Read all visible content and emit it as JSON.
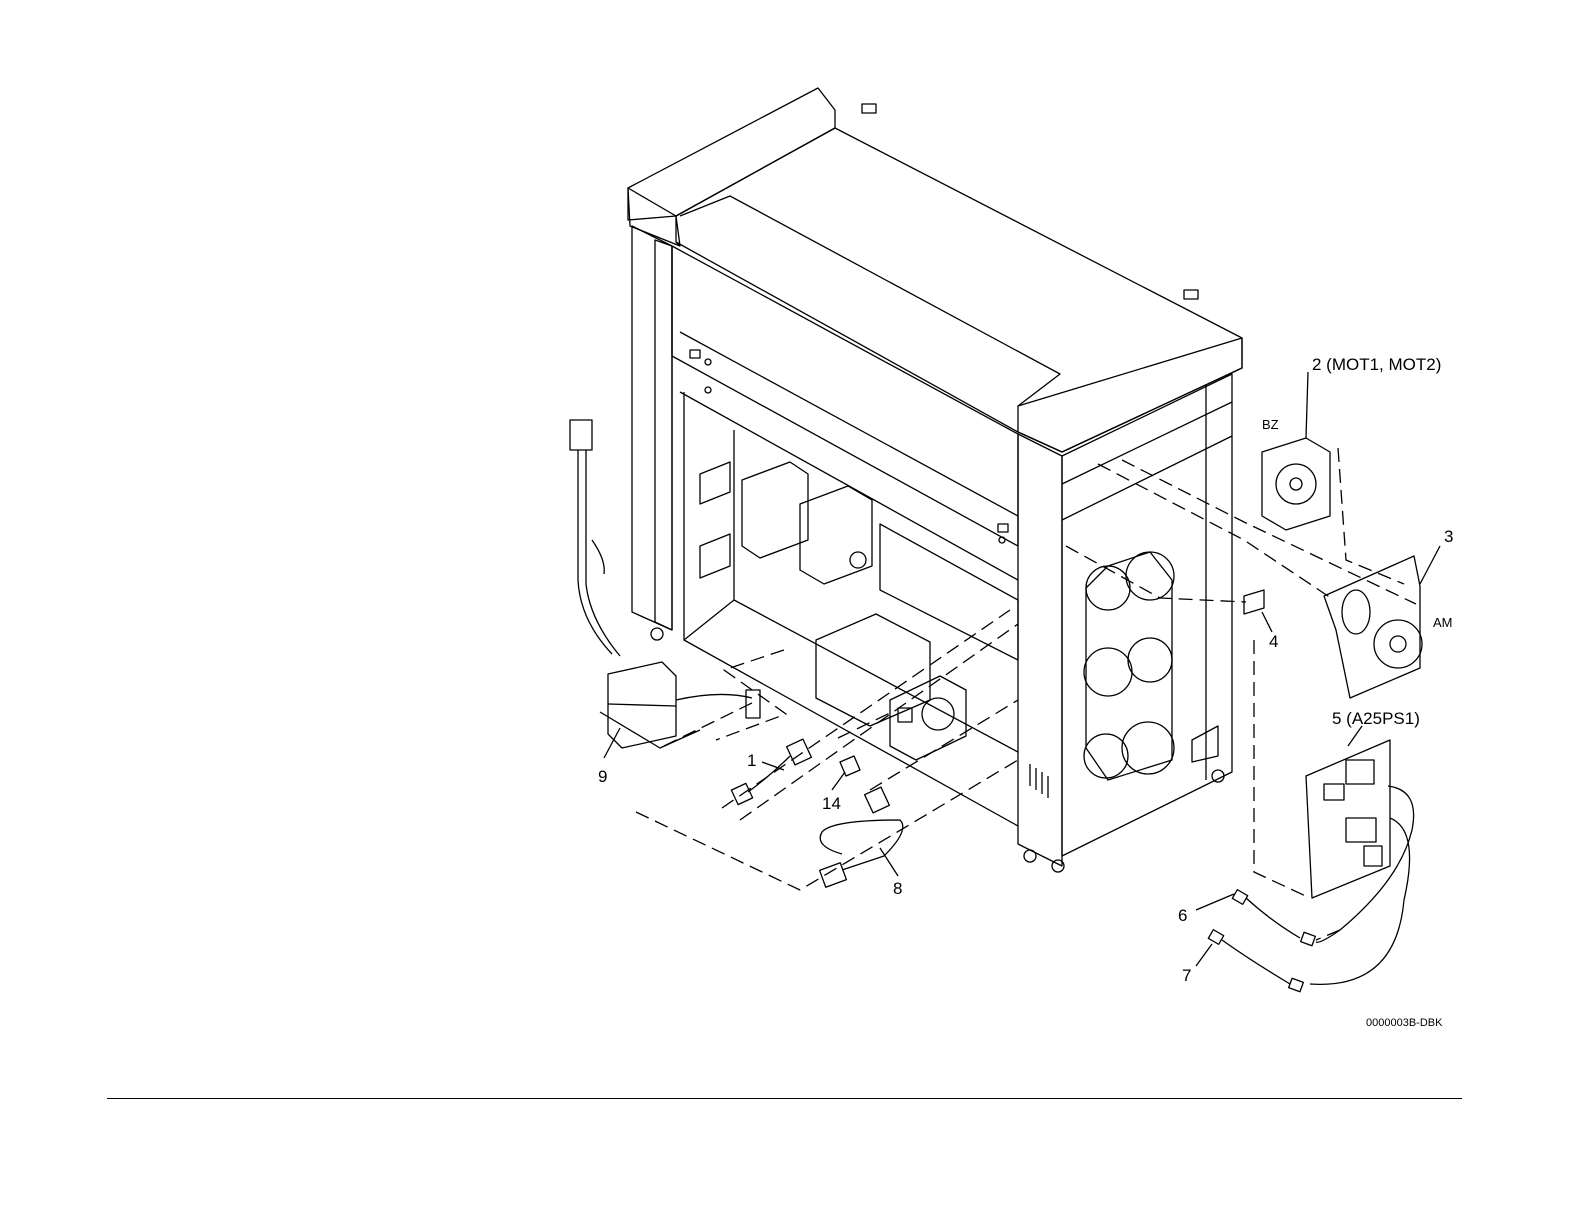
{
  "callouts": {
    "c1": "1",
    "c2": "2 (MOT1, MOT2)",
    "c3": "3",
    "c4": "4",
    "c5": "5 (A25PS1)",
    "c6": "6",
    "c7": "7",
    "c8": "8",
    "c9": "9",
    "c14": "14",
    "bz": "BZ",
    "am": "AM"
  },
  "figure_id": "0000003B-DBK"
}
